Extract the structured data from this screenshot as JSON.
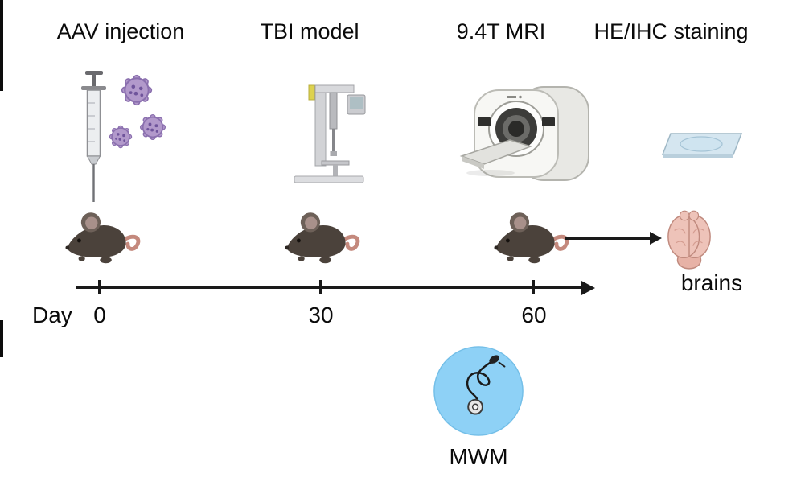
{
  "stages": [
    {
      "label": "AAV injection",
      "icon": "syringe-virus-icon"
    },
    {
      "label": "TBI model",
      "icon": "impactor-device-icon"
    },
    {
      "label": "9.4T MRI",
      "icon": "mri-scanner-icon"
    },
    {
      "label": "HE/IHC staining",
      "icon": "microscope-slide-icon"
    }
  ],
  "timeline": {
    "axis_label": "Day",
    "ticks": [
      "0",
      "30",
      "60"
    ]
  },
  "brains_label": "brains",
  "mwm_label": "MWM",
  "colors": {
    "virus_purple": "#b299cb",
    "mouse_body": "#4b423b",
    "mouse_tail_pink": "#c4897d",
    "brain_pink": "#eec3b9",
    "pool_blue": "#8ed1f6",
    "axis_black": "#1a1a1a"
  }
}
